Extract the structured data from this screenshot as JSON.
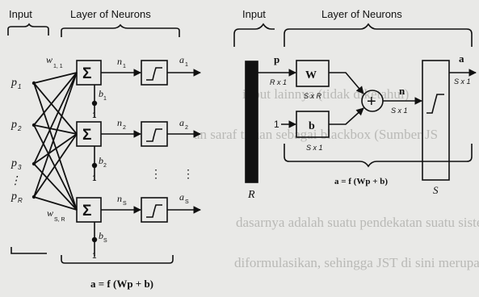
{
  "left": {
    "input_title": "Input",
    "layer_title": "Layer of Neurons",
    "inputs": [
      "p",
      "p",
      "p",
      "p"
    ],
    "input_subs": [
      "1",
      "2",
      "3",
      "R"
    ],
    "weight_top": "w",
    "weight_top_sub": "1, 1",
    "weight_bottom": "w",
    "weight_bottom_sub": "S, R",
    "sum_symbol": "Σ",
    "nets": [
      "n",
      "n",
      "n"
    ],
    "net_subs": [
      "1",
      "2",
      "S"
    ],
    "biases": [
      "b",
      "b",
      "b"
    ],
    "bias_subs": [
      "1",
      "2",
      "S"
    ],
    "ones": [
      "1",
      "1",
      "1"
    ],
    "outputs": [
      "a",
      "a",
      "a"
    ],
    "output_subs": [
      "1",
      "2",
      "S"
    ],
    "vdots": "⋮",
    "formula": "a = f (Wp + b)"
  },
  "right": {
    "input_title": "Input",
    "layer_title": "Layer of Neurons",
    "p_label": "p",
    "p_dim": "R x 1",
    "R_label": "R",
    "W_label": "W",
    "W_dim": "S x R",
    "one_label": "1",
    "b_label": "b",
    "b_dim": "S x 1",
    "plus": "+",
    "n_label": "n",
    "n_dim": "S x 1",
    "S_label": "S",
    "a_label": "a",
    "a_dim": "S x 1",
    "formula": "a = f (Wp + b)"
  },
  "background_text": [
    "input lainnya (tidak diketahui)",
    "an saraf tiruan sebagai blackbox (Sumber JS",
    "dasarnya adalah suatu pendekatan suatu sistem",
    "diformulasikan, sehingga JST di sini merupakan"
  ],
  "colors": {
    "ink": "#111111",
    "paper": "#e9e9e7",
    "ghost": "#b9b9b6"
  }
}
